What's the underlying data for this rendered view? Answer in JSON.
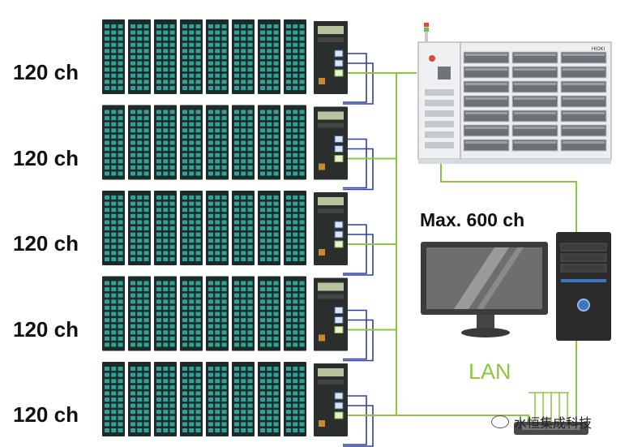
{
  "rows": [
    {
      "label": "120 ch"
    },
    {
      "label": "120 ch"
    },
    {
      "label": "120 ch"
    },
    {
      "label": "120 ch"
    },
    {
      "label": "120 ch"
    }
  ],
  "modules_per_row": 8,
  "max_channels_label": "Max. 600 ch",
  "network_label": "LAN",
  "tester_brand": "HIOKI",
  "watermark": "水恒集成科技",
  "colors": {
    "lan_line": "#8cc63f",
    "signal_line": "#2e3f9e",
    "module_body": "#1e2a26",
    "module_cells": "#2fa39b",
    "monitor": "#3a3a3a",
    "tower": "#2b2b2b"
  }
}
